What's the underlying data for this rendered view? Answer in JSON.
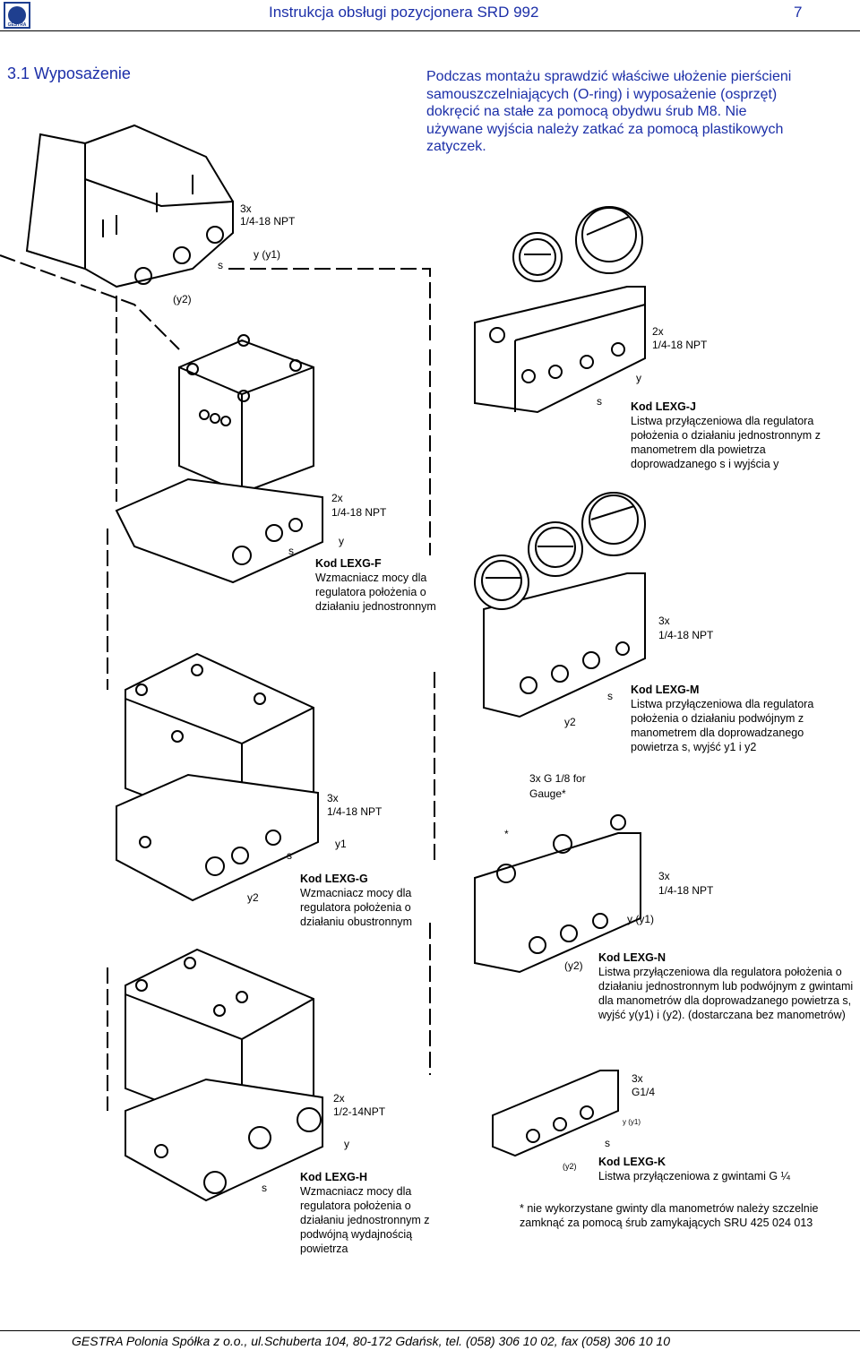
{
  "header": {
    "title": "Instrukcja obsługi pozycjonera SRD 992",
    "page": "7",
    "logo_text": "GESTRA"
  },
  "section": {
    "title": "3.1 Wyposażenie",
    "intro": "Podczas montażu sprawdzić właściwe ułożenie pierścieni samouszczelniających (O-ring) i wyposażenie (osprzęt) dokręcić na stałe za pomocą obydwu śrub M8. Nie używane wyjścia należy zatkać za pomocą plastikowych zatyczek."
  },
  "drawing_labels": {
    "top_ports": "3x",
    "top_ports_thread": "1/4-18 NPT",
    "top_s": "s",
    "top_y": "y (y1)",
    "top_y2": "(y2)",
    "j_ports": "2x",
    "j_thread": "1/4-18 NPT",
    "j_y": "y",
    "j_s": "s",
    "f_ports": "2x",
    "f_thread": "1/4-18 NPT",
    "f_s": "s",
    "f_y": "y",
    "m_ports": "3x",
    "m_thread": "1/4-18 NPT",
    "m_s": "s",
    "m_y2": "y2",
    "g_ports": "3x",
    "g_thread": "1/4-18 NPT",
    "g_y1": "y1",
    "g_s": "s",
    "g_y2": "y2",
    "n_gauge_1": "3x G 1/8  for",
    "n_gauge_2": "Gauge*",
    "n_ports": "3x",
    "n_thread": "1/4-18 NPT",
    "n_y": "y (y1)",
    "n_y2": "(y2)",
    "n_star": "*",
    "h_ports": "2x",
    "h_thread": "1/2-14NPT",
    "h_y": "y",
    "h_s": "s",
    "k_ports": "3x",
    "k_thread": "G1/4",
    "k_y1": "y (y1)",
    "k_s": "s",
    "k_y2": "(y2)"
  },
  "captions": {
    "lexg_j": {
      "code": "Kod LEXG-J",
      "text": "Listwa przyłączeniowa dla regulatora położenia o działaniu jednostronnym z manometrem dla powietrza doprowadzanego s i wyjścia y"
    },
    "lexg_f": {
      "code": "Kod LEXG-F",
      "text": "Wzmacniacz mocy dla regulatora położenia o działaniu jednostronnym"
    },
    "lexg_m": {
      "code": "Kod LEXG-M",
      "text": "Listwa przyłączeniowa dla regulatora położenia o działaniu podwójnym z manometrem dla doprowadzanego powietrza s, wyjść y1 i y2"
    },
    "lexg_g": {
      "code": "Kod LEXG-G",
      "text": "Wzmacniacz mocy dla regulatora położenia o działaniu obustronnym"
    },
    "lexg_n": {
      "code": "Kod LEXG-N",
      "text": "Listwa przyłączeniowa dla regulatora położenia o działaniu jednostronnym lub podwójnym z gwintami dla manometrów dla doprowadzanego powietrza s, wyjść y(y1) i  (y2). (dostarczana bez manometrów)"
    },
    "lexg_h": {
      "code": "Kod LEXG-H",
      "text": "Wzmacniacz mocy dla regulatora położenia o działaniu jednostronnym z podwójną wydajnością powietrza"
    },
    "lexg_k": {
      "code": "Kod LEXG-K",
      "text": "Listwa przyłączeniowa z gwintami G ¼"
    },
    "note": "* nie wykorzystane gwinty dla manometrów należy szczelnie zamknąć za pomocą śrub zamykających SRU 425 024 013"
  },
  "footer": "GESTRA Polonia Spółka z o.o., ul.Schuberta 104, 80-172 Gdańsk, tel. (058) 306 10 02, fax (058) 306 10 10"
}
